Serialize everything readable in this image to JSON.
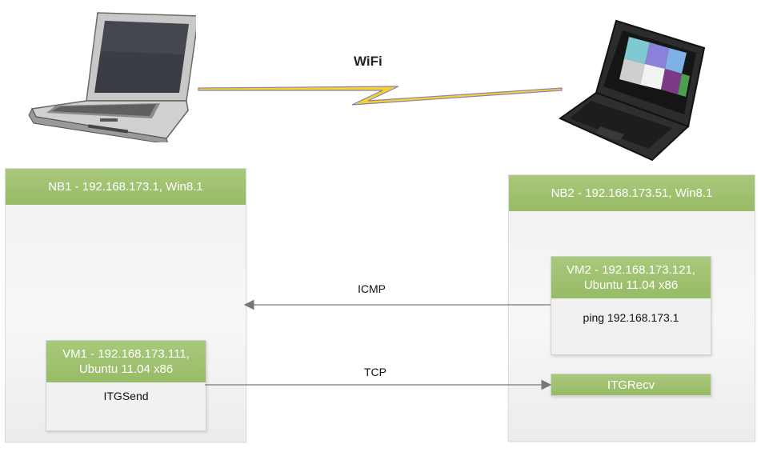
{
  "wifi_label": "WiFi",
  "nb1": {
    "header": "NB1 - 192.168.173.1, Win8.1"
  },
  "nb2": {
    "header": "NB2 - 192.168.173.51, Win8.1"
  },
  "vm1": {
    "header_line1": "VM1 - 192.168.173.111,",
    "header_line2": "Ubuntu 11.04 x86",
    "body": "ITGSend"
  },
  "vm2": {
    "header_line1": "VM2 - 192.168.173.121,",
    "header_line2": "Ubuntu 11.04 x86",
    "body": "ping 192.168.173.1"
  },
  "itgrecv": {
    "label": "ITGRecv"
  },
  "links": {
    "icmp": "ICMP",
    "tcp": "TCP"
  },
  "colors": {
    "header_green": "#9dbf6d",
    "arrow_gray": "#777777",
    "bolt_yellow": "#f5d327"
  }
}
